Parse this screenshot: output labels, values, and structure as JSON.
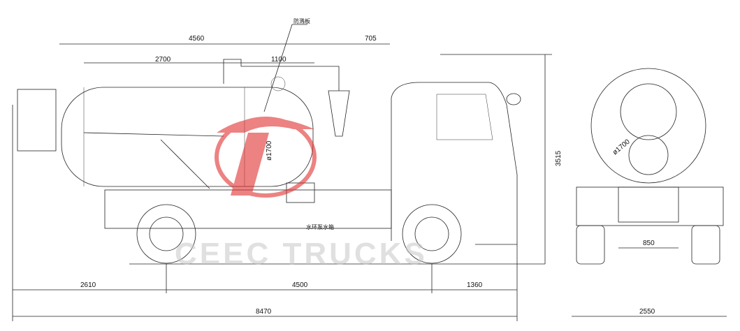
{
  "drawing": {
    "side_view": {
      "dimensions": {
        "tank_length": "4560",
        "rear_overhang_top": "705",
        "tank_segment_a": "2700",
        "tank_segment_b": "1100",
        "tank_diameter": "ø1700",
        "overall_height": "3515",
        "rear_overhang": "2610",
        "wheelbase": "4500",
        "front_overhang": "1360",
        "overall_length": "8470"
      },
      "notes": {
        "splash_plate": "防溅板",
        "water_tank": "水环泵水箱"
      }
    },
    "rear_view": {
      "dimensions": {
        "tank_diameter": "ø1700",
        "track_width": "850",
        "overall_width": "2550"
      }
    },
    "watermark": "CEEC TRUCKS",
    "colors": {
      "line": "#222222",
      "logo": "#e03030",
      "watermark": "#c8c8c8"
    }
  }
}
